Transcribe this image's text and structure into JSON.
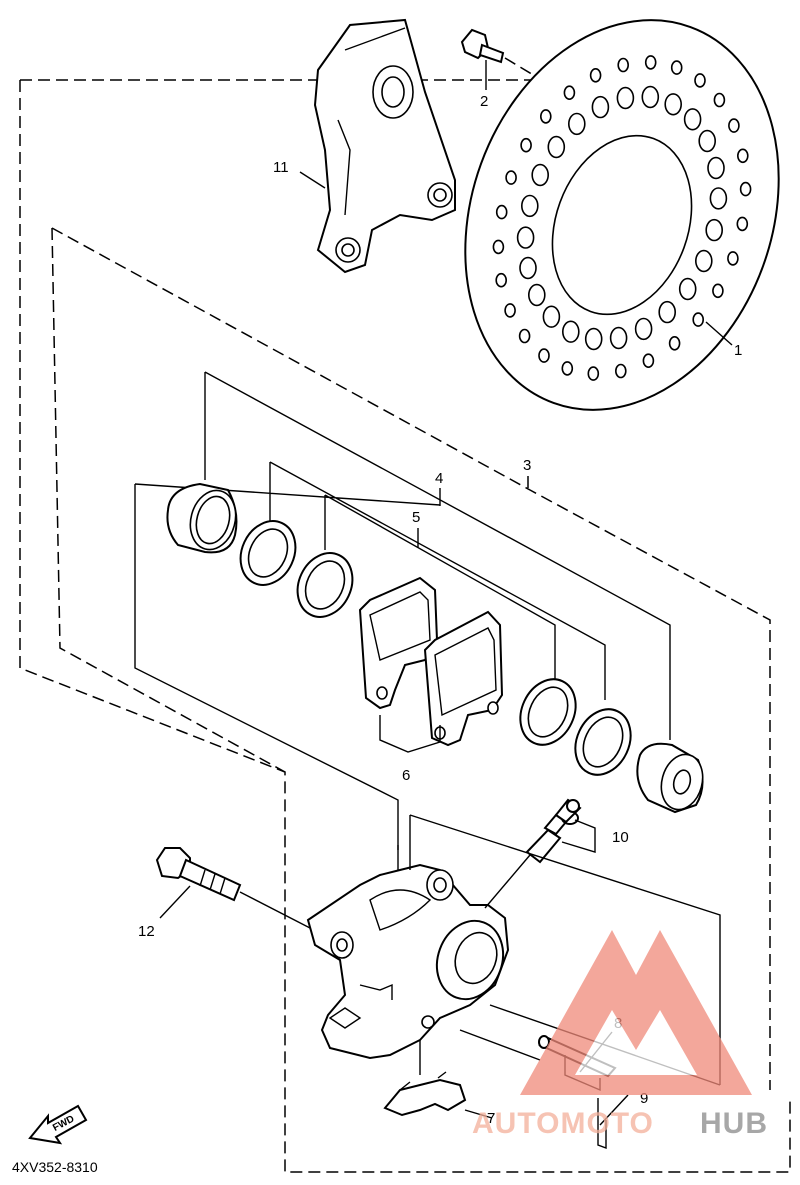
{
  "diagram": {
    "code": "4XV352-8310",
    "fwd_label": "FWD",
    "callouts": [
      "1",
      "2",
      "3",
      "4",
      "5",
      "6",
      "7",
      "8",
      "9",
      "10",
      "11",
      "12"
    ]
  },
  "watermark": {
    "text_a": "AUTOMOTO",
    "text_b": "HUB",
    "logo_color": "#f08a7a",
    "text_color_a": "#f4b09a",
    "text_color_b": "#8a8a8a"
  }
}
